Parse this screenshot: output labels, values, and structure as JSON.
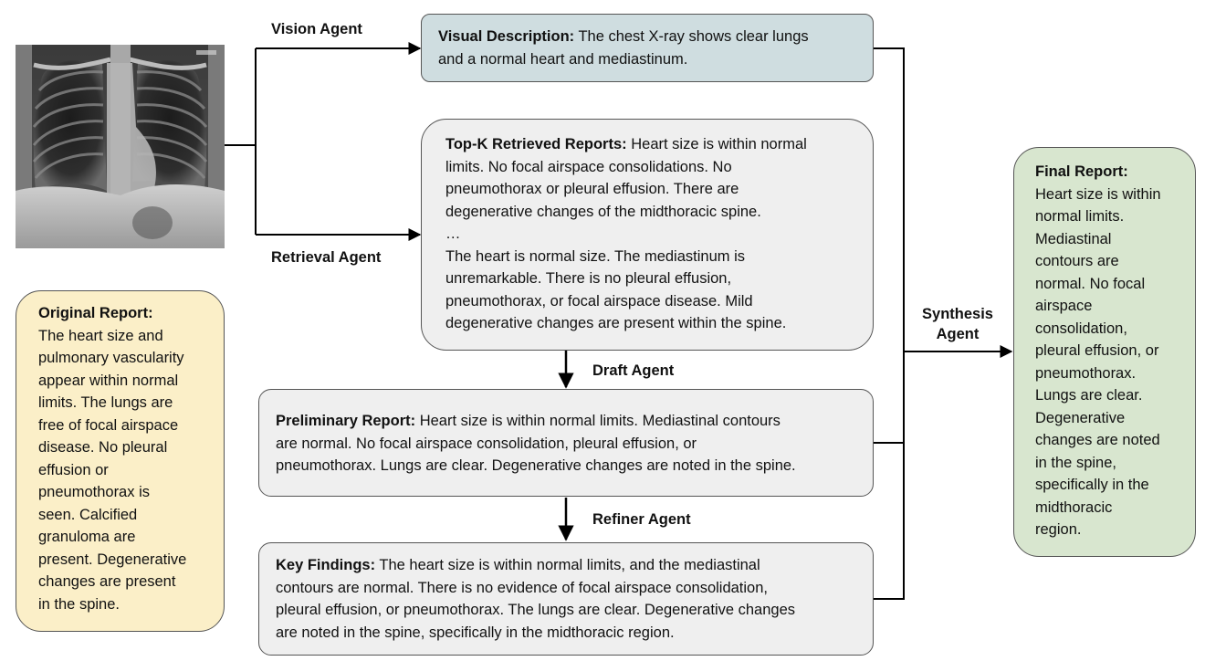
{
  "agents": {
    "vision": "Vision Agent",
    "retrieval": "Retrieval Agent",
    "draft": "Draft Agent",
    "refiner": "Refiner Agent",
    "synthesis": "Synthesis\nAgent"
  },
  "visual_description": {
    "heading": "Visual Description:",
    "text": " The chest X-ray shows clear lungs\nand a normal heart and mediastinum."
  },
  "retrieved": {
    "heading": "Top-K Retrieved Reports:",
    "text": " Heart size is within normal\nlimits. No focal airspace consolidations. No\npneumothorax or pleural effusion. There are\ndegenerative changes of the midthoracic spine.\n…\nThe heart is normal size. The mediastinum is\nunremarkable. There is no pleural effusion,\npneumothorax, or focal airspace disease. Mild\ndegenerative changes are present within the spine."
  },
  "preliminary": {
    "heading": "Preliminary Report:",
    "text": " Heart size is within normal limits. Mediastinal contours\nare normal. No focal airspace consolidation, pleural effusion, or\npneumothorax. Lungs are clear. Degenerative changes are noted in the spine."
  },
  "key_findings": {
    "heading": "Key Findings:",
    "text": " The heart size is within normal limits, and the mediastinal\ncontours are normal. There is no evidence of focal airspace consolidation,\npleural effusion, or pneumothorax. The lungs are clear. Degenerative changes\nare noted in the spine, specifically in the midthoracic region."
  },
  "original": {
    "heading": "Original Report:",
    "text": "The heart size and\npulmonary vascularity\nappear within normal\nlimits. The lungs are\nfree of focal airspace\ndisease. No pleural\neffusion or\npneumothorax is\nseen. Calcified\ngranuloma are\npresent. Degenerative\nchanges are present\nin the spine."
  },
  "final": {
    "heading": "Final Report:",
    "text": "Heart size is within\nnormal limits.\nMediastinal\ncontours are\nnormal. No focal\nairspace\nconsolidation,\npleural effusion, or\npneumothorax.\nLungs are clear.\nDegenerative\nchanges are noted\nin the spine,\nspecifically in the\nmidthoracic\nregion."
  },
  "colors": {
    "visual_fill": "#cfdde0",
    "gray_fill": "#efefef",
    "original_fill": "#fbefc8",
    "final_fill": "#d8e6cf"
  }
}
